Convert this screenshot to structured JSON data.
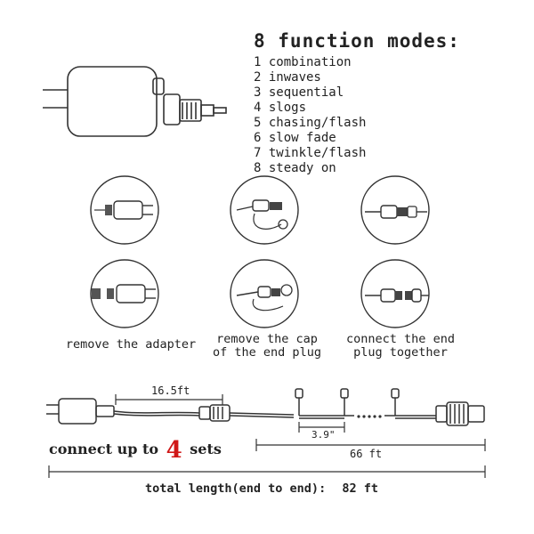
{
  "header": {
    "title": "8 function modes:"
  },
  "modes": [
    "1 combination",
    "2 inwaves",
    "3 sequential",
    "4 slogs",
    "5 chasing/flash",
    "6 slow fade",
    "7 twinkle/flash",
    "8 steady on"
  ],
  "steps": [
    {
      "caption": "remove the adapter"
    },
    {
      "caption_line1": "remove the cap",
      "caption_line2": "of the end plug"
    },
    {
      "caption_line1": "connect the end",
      "caption_line2": "plug together"
    }
  ],
  "dimensions": {
    "lead_length": "16.5ft",
    "bulb_spacing": "3.9\"",
    "string_length": "66 ft",
    "total_prefix": "total length(end to end):",
    "total_value": "82 ft"
  },
  "connect": {
    "prefix": "connect up to",
    "count": "4",
    "suffix": "sets"
  }
}
